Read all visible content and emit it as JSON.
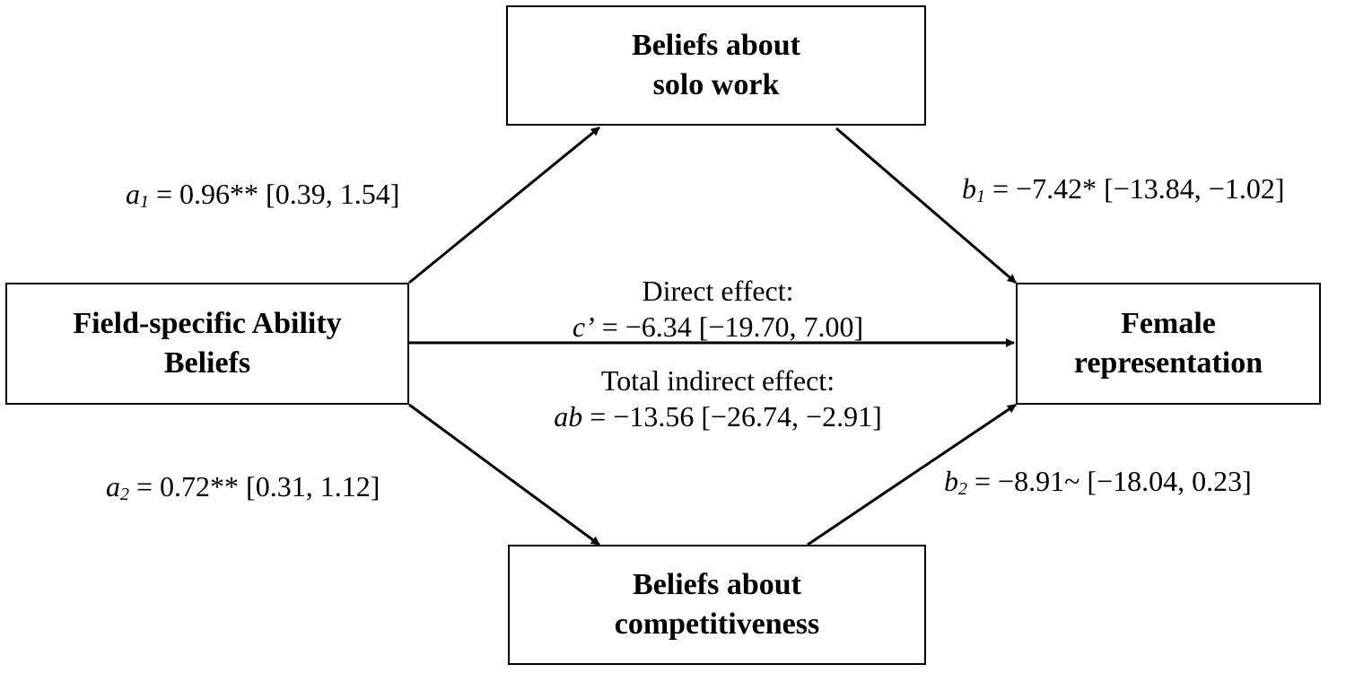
{
  "nodes": {
    "solo_work": {
      "line1": "Beliefs about",
      "line2": "solo work"
    },
    "ability_beliefs": {
      "line1": "Field-specific Ability",
      "line2": "Beliefs"
    },
    "female_representation": {
      "line1": "Female",
      "line2": "representation"
    },
    "competitiveness": {
      "line1": "Beliefs about",
      "line2": "competitiveness"
    }
  },
  "paths": {
    "a1": {
      "symbol": "a",
      "subscript": "1",
      "text": " = 0.96** [0.39, 1.54]"
    },
    "a2": {
      "symbol": "a",
      "subscript": "2",
      "text": " = 0.72** [0.31, 1.12]"
    },
    "b1": {
      "symbol": "b",
      "subscript": "1",
      "text": " = −7.42* [−13.84, −1.02]"
    },
    "b2": {
      "symbol": "b",
      "subscript": "2",
      "text": " = −8.91~ [−18.04, 0.23]"
    }
  },
  "direct_effect": {
    "heading": "Direct effect:",
    "symbol": "c’",
    "text": " = −6.34 [−19.70, 7.00]"
  },
  "indirect_effect": {
    "heading": "Total indirect effect:",
    "symbol": "ab",
    "text": " = −13.56 [−26.74, −2.91]"
  }
}
